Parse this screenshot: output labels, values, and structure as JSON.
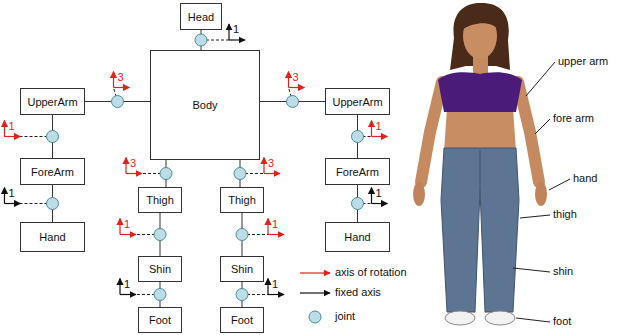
{
  "diagram": {
    "nodes": [
      {
        "text": [
          "Head"
        ]
      },
      {
        "text": [
          "UpperArm"
        ]
      },
      {
        "text": [
          "Body"
        ]
      },
      {
        "text": [
          "UpperArm"
        ]
      },
      {
        "text": [
          "ForeArm"
        ]
      },
      {
        "text": [
          "ForeArm"
        ]
      },
      {
        "text": [
          "Hand"
        ]
      },
      {
        "text": [
          "Thigh"
        ]
      },
      {
        "text": [
          "Thigh"
        ]
      },
      {
        "text": [
          "Hand"
        ]
      },
      {
        "text": [
          "Shin"
        ]
      },
      {
        "text": [
          "Shin"
        ]
      },
      {
        "text": [
          "Foot"
        ]
      },
      {
        "text": [
          "Foot"
        ]
      }
    ],
    "edges": [
      {
        "from": 2,
        "to": 0,
        "arrow": "none"
      },
      {
        "from": 2,
        "to": 1,
        "arrow": "none"
      },
      {
        "from": 1,
        "to": 4,
        "arrow": "none"
      },
      {
        "from": 4,
        "to": 6,
        "arrow": "none"
      },
      {
        "from": 2,
        "to": 3,
        "arrow": "none"
      },
      {
        "from": 3,
        "to": 5,
        "arrow": "none"
      },
      {
        "from": 5,
        "to": 9,
        "arrow": "none"
      },
      {
        "from": 2,
        "to": 7,
        "arrow": "none"
      },
      {
        "from": 7,
        "to": 10,
        "arrow": "none"
      },
      {
        "from": 10,
        "to": 12,
        "arrow": "none"
      },
      {
        "from": 2,
        "to": 8,
        "arrow": "none"
      },
      {
        "from": 8,
        "to": 11,
        "arrow": "none"
      },
      {
        "from": 11,
        "to": 13,
        "arrow": "none"
      }
    ],
    "labels": [
      "1",
      "3",
      "3",
      "1",
      "1",
      "3",
      "3",
      "1",
      "1",
      "1",
      "1",
      "1",
      "1",
      "upper arm",
      "fore arm",
      "hand",
      "thigh",
      "shin",
      "foot"
    ],
    "legend": [
      {
        "text": "axis of rotation"
      },
      {
        "text": "fixed axis"
      },
      {
        "text": "joint"
      }
    ]
  }
}
